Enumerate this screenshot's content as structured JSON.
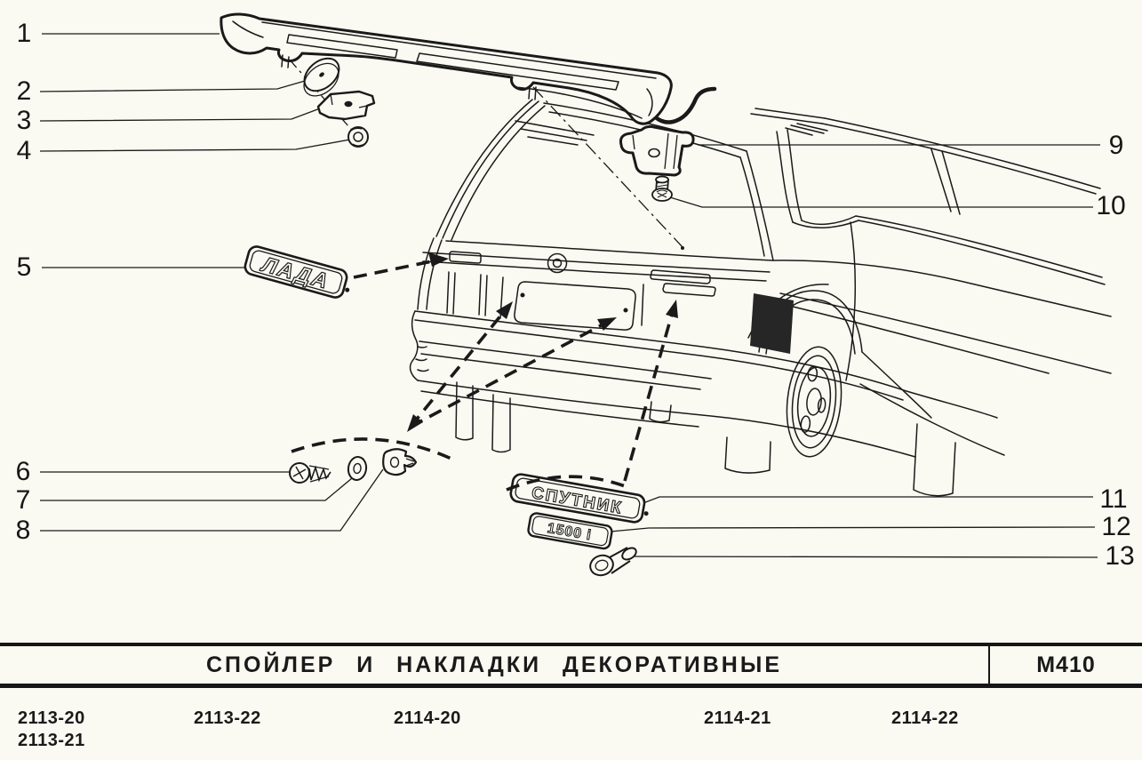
{
  "drawing": {
    "badges": {
      "lada": "ЛАДА",
      "sputnik": "СПУТНИК",
      "engine": "1500 i"
    }
  },
  "callouts": {
    "labels": [
      "1",
      "2",
      "3",
      "4",
      "5",
      "6",
      "7",
      "8",
      "9",
      "10",
      "11",
      "12",
      "13"
    ]
  },
  "title_block": {
    "title": "СПОЙЛЕР И НАКЛАДКИ ДЕКОРАТИВНЫЕ",
    "sheet_code": "М410"
  },
  "footer": {
    "variants": [
      "2113-20",
      "2113-21",
      "2113-22",
      "2114-20",
      "2114-21",
      "2114-22"
    ]
  },
  "colors": {
    "ink": "#1a1a1a",
    "paper": "#fafaf2",
    "taillight_dark": "#262626"
  }
}
